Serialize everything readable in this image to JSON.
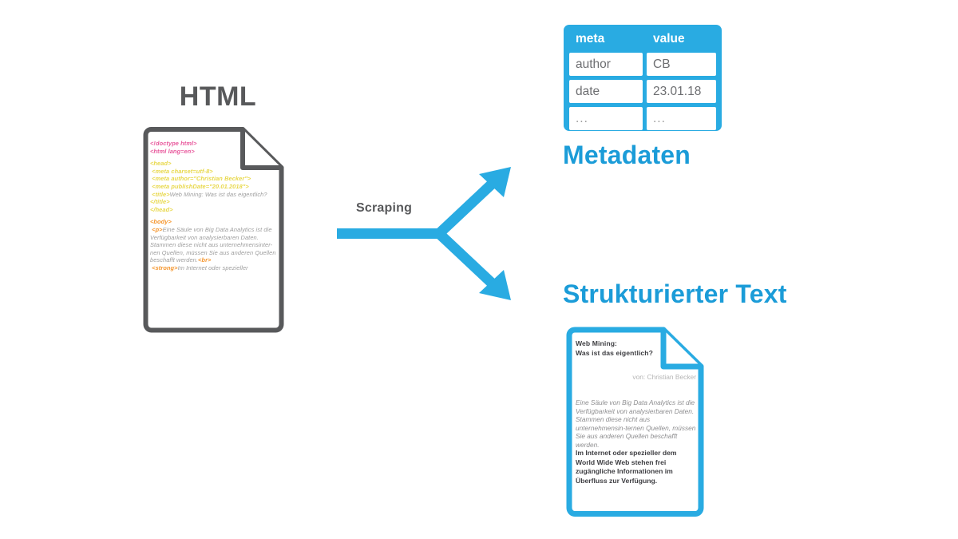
{
  "diagram": {
    "title_html": "HTML",
    "process_label": "Scraping",
    "output_label_top": "Metadaten",
    "output_label_bottom": "Strukturierter Text",
    "accent_color": "#29abe2",
    "accent_text_color": "#1b9cd8",
    "dark_gray": "#58595b"
  },
  "html_source": {
    "line1": "<!doctype html>",
    "line2": "<html lang=en>",
    "line3": "<head>",
    "line4": "<meta charset=utf-8>",
    "line5": "<meta author=\"Christian Becker\">",
    "line6": "<meta publishDate=\"20.01.2018\">",
    "line7_tag_open": "<title>",
    "line7_text": "Web Mining: Was ist das eigentlich?",
    "line7_tag_close": "</title>",
    "line8": "</head>",
    "line9": "<body>",
    "line10_tag": "<p>",
    "line10_text": "Eine Säule von Big Data Analytics ist die Verfügbarkeit von analysierbaren Daten. Stammen diese nicht aus unternehmensinter-nen Quellen, müssen Sie aus anderen Quellen beschafft werden.",
    "line11_br": "<br>",
    "line12_tag": "<strong>",
    "line12_text": "Im Internet oder spezieller"
  },
  "metadata_table": {
    "headers": [
      "meta",
      "value"
    ],
    "rows": [
      [
        "author",
        "CB"
      ],
      [
        "date",
        "23.01.18"
      ],
      [
        "...",
        "..."
      ]
    ]
  },
  "result_document": {
    "heading_line1": "Web Mining:",
    "heading_line2": "Was ist das eigentlich?",
    "author": "von: Christian Becker",
    "paragraph_italic": "Eine Säule von Big Data Analytics ist die Verfügbarkeit von analysierbaren Daten. Stammen diese nicht aus unternehmensin-ternen Quellen, müssen Sie aus anderen Quellen beschafft werden.",
    "paragraph_bold": "Im Internet oder spezieller dem World Wide Web stehen frei zugängliche Informationen im Überfluss zur Verfügung."
  }
}
